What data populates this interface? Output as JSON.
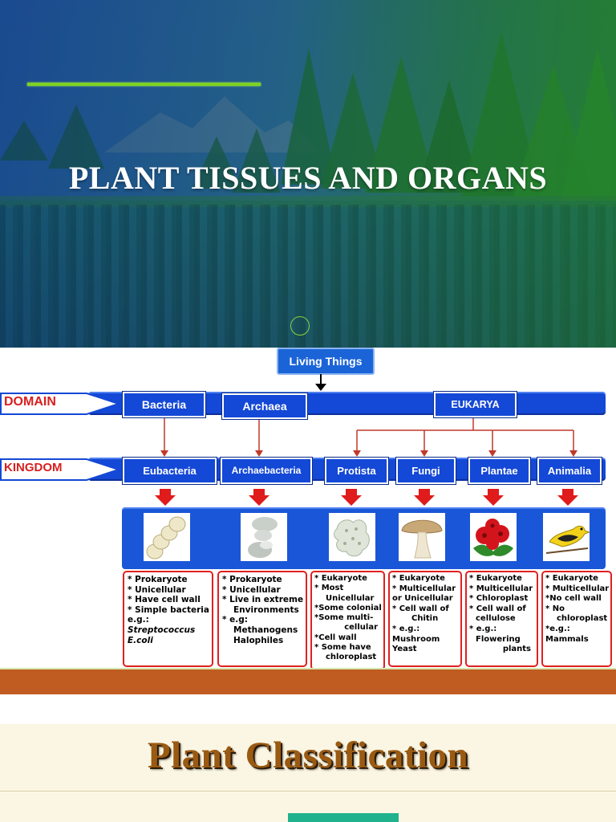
{
  "slide1": {
    "title": "PLANT TISSUES AND ORGANS"
  },
  "slide2": {
    "root": "Living Things",
    "domain_label": "DOMAIN",
    "kingdom_label": "KINGDOM",
    "domains": [
      "Bacteria",
      "Archaea",
      "EUKARYA"
    ],
    "kingdoms": [
      "Eubacteria",
      "Archaebacteria",
      "Protista",
      "Fungi",
      "Plantae",
      "Animalia"
    ],
    "pictures": [
      "bacteria-icon",
      "archaea-icon",
      "protist-icon",
      "mushroom-icon",
      "flower-icon",
      "bird-icon"
    ],
    "colors": {
      "bar_blue": "#1448d6",
      "label_red": "#d81f1f",
      "arrow_red": "#e01b1b",
      "border_red": "#e02020",
      "separator": "#c05c22"
    },
    "descriptions": {
      "eubacteria": [
        "* Prokaryote",
        "* Unicellular",
        "* Have cell wall",
        "* Simple bacteria",
        "e.g.:",
        "Streptococcus",
        "E.coli"
      ],
      "archaebacteria": [
        "* Prokaryote",
        "* Unicellular",
        "* Live in extreme",
        "Environments",
        "* e.g:",
        "Methanogens",
        "Halophiles"
      ],
      "protista": [
        "* Eukaryote",
        "* Most",
        "Unicellular",
        "*Some colonial",
        "*Some multi-",
        "cellular",
        "*Cell wall",
        "* Some have",
        "chloroplast"
      ],
      "fungi": [
        "* Eukaryote",
        "* Multicellular",
        "or Unicellular",
        "* Cell wall of",
        "Chitin",
        "* e.g.:",
        "Mushroom",
        "Yeast"
      ],
      "plantae": [
        "* Eukaryote",
        "* Multicellular",
        "* Chloroplast",
        "* Cell wall of",
        "cellulose",
        "* e.g.:",
        "Flowering",
        "plants"
      ],
      "animalia": [
        "* Eukaryote",
        "* Multicellular",
        "*No cell wall",
        "* No",
        "chloroplast",
        "*e.g.:",
        "Mammals"
      ]
    }
  },
  "slide3": {
    "title": "Plant Classification"
  }
}
